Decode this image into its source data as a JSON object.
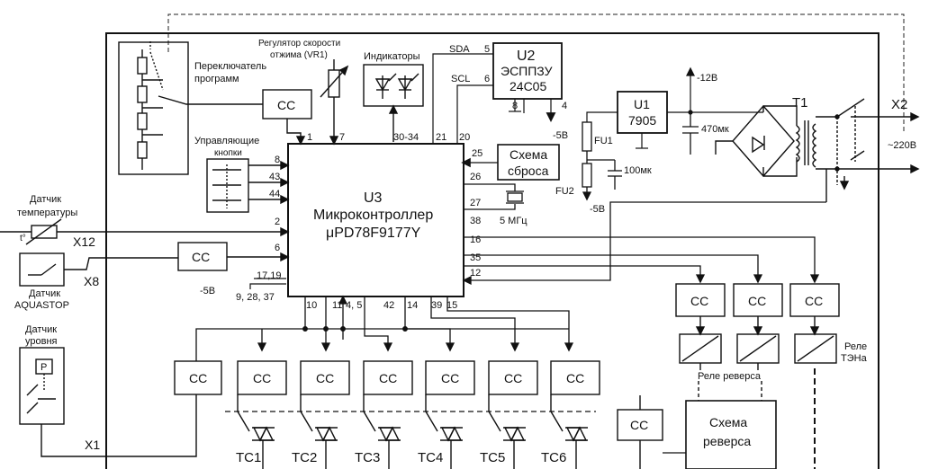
{
  "labels": {
    "prog_switch_1": "Переключатель",
    "prog_switch_2": "программ",
    "speed_reg_1": "Регулятор скорости",
    "speed_reg_2": "отжима (VR1)",
    "indicators": "Индикаторы",
    "ctrl_buttons_1": "Управляющие",
    "ctrl_buttons_2": "кнопки",
    "temp_sensor_1": "Датчик",
    "temp_sensor_2": "температуры",
    "t_symbol": "t°",
    "aquastop_1": "Датчик",
    "aquastop_2": "AQUASTOP",
    "level_sensor_1": "Датчик",
    "level_sensor_2": "уровня",
    "level_p": "P",
    "u3_ref": "U3",
    "u3_name": "Микроконтроллер",
    "u3_part": "μPD78F9177Y",
    "u2_ref": "U2",
    "u2_name": "ЭСППЗУ",
    "u2_part": "24C05",
    "u1_ref": "U1",
    "u1_part": "7905",
    "reset_1": "Схема",
    "reset_2": "сброса",
    "reverse_1": "Схема",
    "reverse_2": "реверса",
    "relay_reverse": "Реле реверса",
    "relay_heater_1": "Реле",
    "relay_heater_2": "ТЭНа",
    "cc": "CC",
    "sda": "SDA",
    "scl": "SCL",
    "v_minus12": "-12В",
    "v_minus5a": "-5В",
    "v_minus5b": "-5В",
    "v_minus5c": "-5В",
    "c470": "470мк",
    "c100": "100мк",
    "fu1": "FU1",
    "fu2": "FU2",
    "t1": "T1",
    "x1": "X1",
    "x2": "X2",
    "x8": "X8",
    "x12": "X12",
    "mains": "~220В",
    "xtal": "5 МГц",
    "pins": {
      "p1": "1",
      "p7": "7",
      "p30_34": "30-34",
      "p21": "21",
      "p20": "20",
      "p5": "5",
      "p6": "6",
      "p8u2": "8",
      "p4u2": "4",
      "p8": "8",
      "p43": "43",
      "p44": "44",
      "p2": "2",
      "p6b": "6",
      "p17_19": "17,19",
      "p9_28_37": "9, 28, 37",
      "p25": "25",
      "p26": "26",
      "p27": "27",
      "p38": "38",
      "p16": "16",
      "p35": "35",
      "p12": "12",
      "p10": "10",
      "p11": "11",
      "p4_5": "4, 5",
      "p42": "42",
      "p14": "14",
      "p39": "39",
      "p15": "15"
    },
    "triacs": [
      "TC1",
      "TC2",
      "TC3",
      "TC4",
      "TC5",
      "TC6"
    ]
  }
}
